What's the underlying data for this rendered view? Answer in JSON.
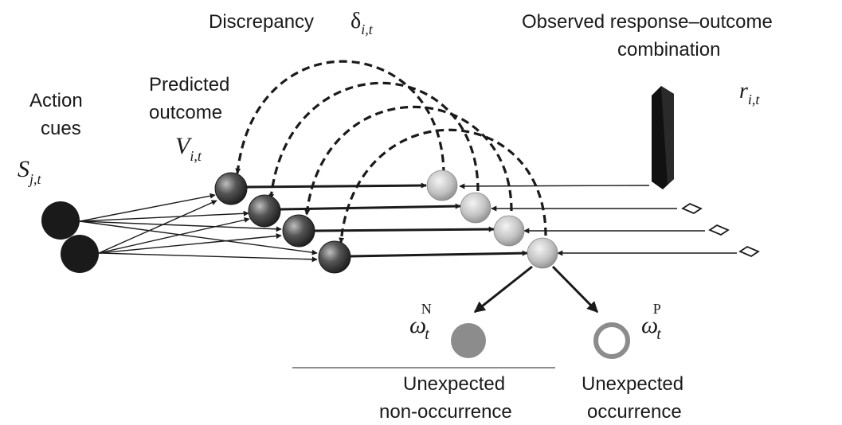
{
  "labels": {
    "discrepancy": "Discrepancy",
    "delta": {
      "base": "δ",
      "sub": "i,t"
    },
    "observed_line1": "Observed response–outcome",
    "observed_line2": "combination",
    "r": {
      "base": "r",
      "sub": "i,t"
    },
    "action_cues_line1": "Action",
    "action_cues_line2": "cues",
    "s": {
      "base": "S",
      "sub": "j,t"
    },
    "predicted_line1": "Predicted",
    "predicted_line2": "outcome",
    "v": {
      "base": "V",
      "sub": "i,t"
    },
    "omega_n": {
      "base": "ω",
      "sub": "t",
      "sup": "N"
    },
    "omega_p": {
      "base": "ω",
      "sub": "t",
      "sup": "P"
    },
    "unexpected_non_line1": "Unexpected",
    "unexpected_non_line2": "non-occurrence",
    "unexpected_occ_line1": "Unexpected",
    "unexpected_occ_line2": "occurrence"
  },
  "colors": {
    "ink": "#1a1a1a",
    "action_cue_node": "#1a1a1a",
    "predicted_node": "#3a3a3a",
    "comparison_node": "#bdbdbd",
    "omega_n_fill": "#8c8c8c",
    "omega_p_ring": "#8c8c8c",
    "underline": "#8c8c8c"
  },
  "structure": {
    "action_cue_count": 2,
    "predicted_outcome_count": 4,
    "comparison_count": 4,
    "observed_inputs": [
      "bar",
      "diamond",
      "diamond",
      "diamond"
    ]
  }
}
